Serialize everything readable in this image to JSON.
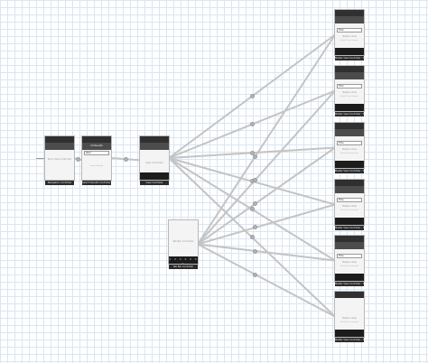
{
  "storyboard": {
    "scenes": [
      {
        "id": "navigation-controller",
        "bar": true,
        "nav": true,
        "nav_title": "",
        "search": "",
        "placeholder": "Root View Controller",
        "subtext": "",
        "tabbar": false,
        "tab_icons": "",
        "caption": "Navigation Controller"
      },
      {
        "id": "search-results",
        "bar": true,
        "nav": true,
        "nav_title": "All Results",
        "search": "Rest",
        "placeholder": "",
        "subtext": "Search Results",
        "tabbar": false,
        "tab_icons": "",
        "caption": "Search Results Controller - All Results"
      },
      {
        "id": "tab-root",
        "bar": true,
        "nav": true,
        "nav_title": "",
        "search": "",
        "placeholder": "View Controller",
        "subtext": "",
        "tabbar": true,
        "tab_icons": "",
        "caption": "View Controller"
      },
      {
        "id": "tab-bar-controller",
        "bar": false,
        "nav": false,
        "nav_title": "",
        "search": "",
        "placeholder": "Tab Bar Controller",
        "subtext": "",
        "tabbar": true,
        "tab_icons": "★ ★ ★ ★ ★ ★ ★",
        "caption": "Tab Bar Controller"
      },
      {
        "id": "child-1",
        "bar": true,
        "nav": true,
        "nav_title": "",
        "search": "Title",
        "placeholder": "Master View",
        "subtext": "Detail View Content",
        "tabbar": true,
        "tab_icons": "",
        "caption": "Master View Controller - Title"
      },
      {
        "id": "child-2",
        "bar": true,
        "nav": true,
        "nav_title": "",
        "search": "Title",
        "placeholder": "Master View",
        "subtext": "Detail View Content",
        "tabbar": true,
        "tab_icons": "",
        "caption": "Master View Controller - Title"
      },
      {
        "id": "child-3",
        "bar": true,
        "nav": true,
        "nav_title": "",
        "search": "Title",
        "placeholder": "Master View",
        "subtext": "Detail View Content",
        "tabbar": true,
        "tab_icons": "",
        "caption": "Master View Controller - Title"
      },
      {
        "id": "child-4",
        "bar": true,
        "nav": true,
        "nav_title": "",
        "search": "Title",
        "placeholder": "Master View",
        "subtext": "Detail View Content",
        "tabbar": true,
        "tab_icons": "",
        "caption": "Master View Controller - Title"
      },
      {
        "id": "child-5",
        "bar": true,
        "nav": true,
        "nav_title": "",
        "search": "Title",
        "placeholder": "Master View",
        "subtext": "Detail View Content",
        "tabbar": true,
        "tab_icons": "",
        "caption": "Master View Controller - Title"
      },
      {
        "id": "child-6",
        "bar": true,
        "nav": false,
        "nav_title": "",
        "search": "",
        "placeholder": "Master View",
        "subtext": "Detail View Content",
        "tabbar": true,
        "tab_icons": "",
        "caption": "Master View Controller - Title"
      }
    ],
    "segues": [
      {
        "from": "navigation-controller",
        "to": "search-results"
      },
      {
        "from": "search-results",
        "to": "tab-root"
      },
      {
        "from": "tab-root",
        "to": "child-1"
      },
      {
        "from": "tab-root",
        "to": "child-2"
      },
      {
        "from": "tab-root",
        "to": "child-3"
      },
      {
        "from": "tab-root",
        "to": "child-4"
      },
      {
        "from": "tab-root",
        "to": "child-5"
      },
      {
        "from": "tab-root",
        "to": "child-6"
      },
      {
        "from": "tab-bar-controller",
        "to": "child-1"
      },
      {
        "from": "tab-bar-controller",
        "to": "child-2"
      },
      {
        "from": "tab-bar-controller",
        "to": "child-3"
      },
      {
        "from": "tab-bar-controller",
        "to": "child-4"
      },
      {
        "from": "tab-bar-controller",
        "to": "child-5"
      },
      {
        "from": "tab-bar-controller",
        "to": "child-6"
      }
    ],
    "colors": {
      "canvas": "#ffffff",
      "grid": "#d9e6f2",
      "segue": "#c4c4c4",
      "bar": "#303030",
      "caption": "#2b2b2b"
    }
  }
}
